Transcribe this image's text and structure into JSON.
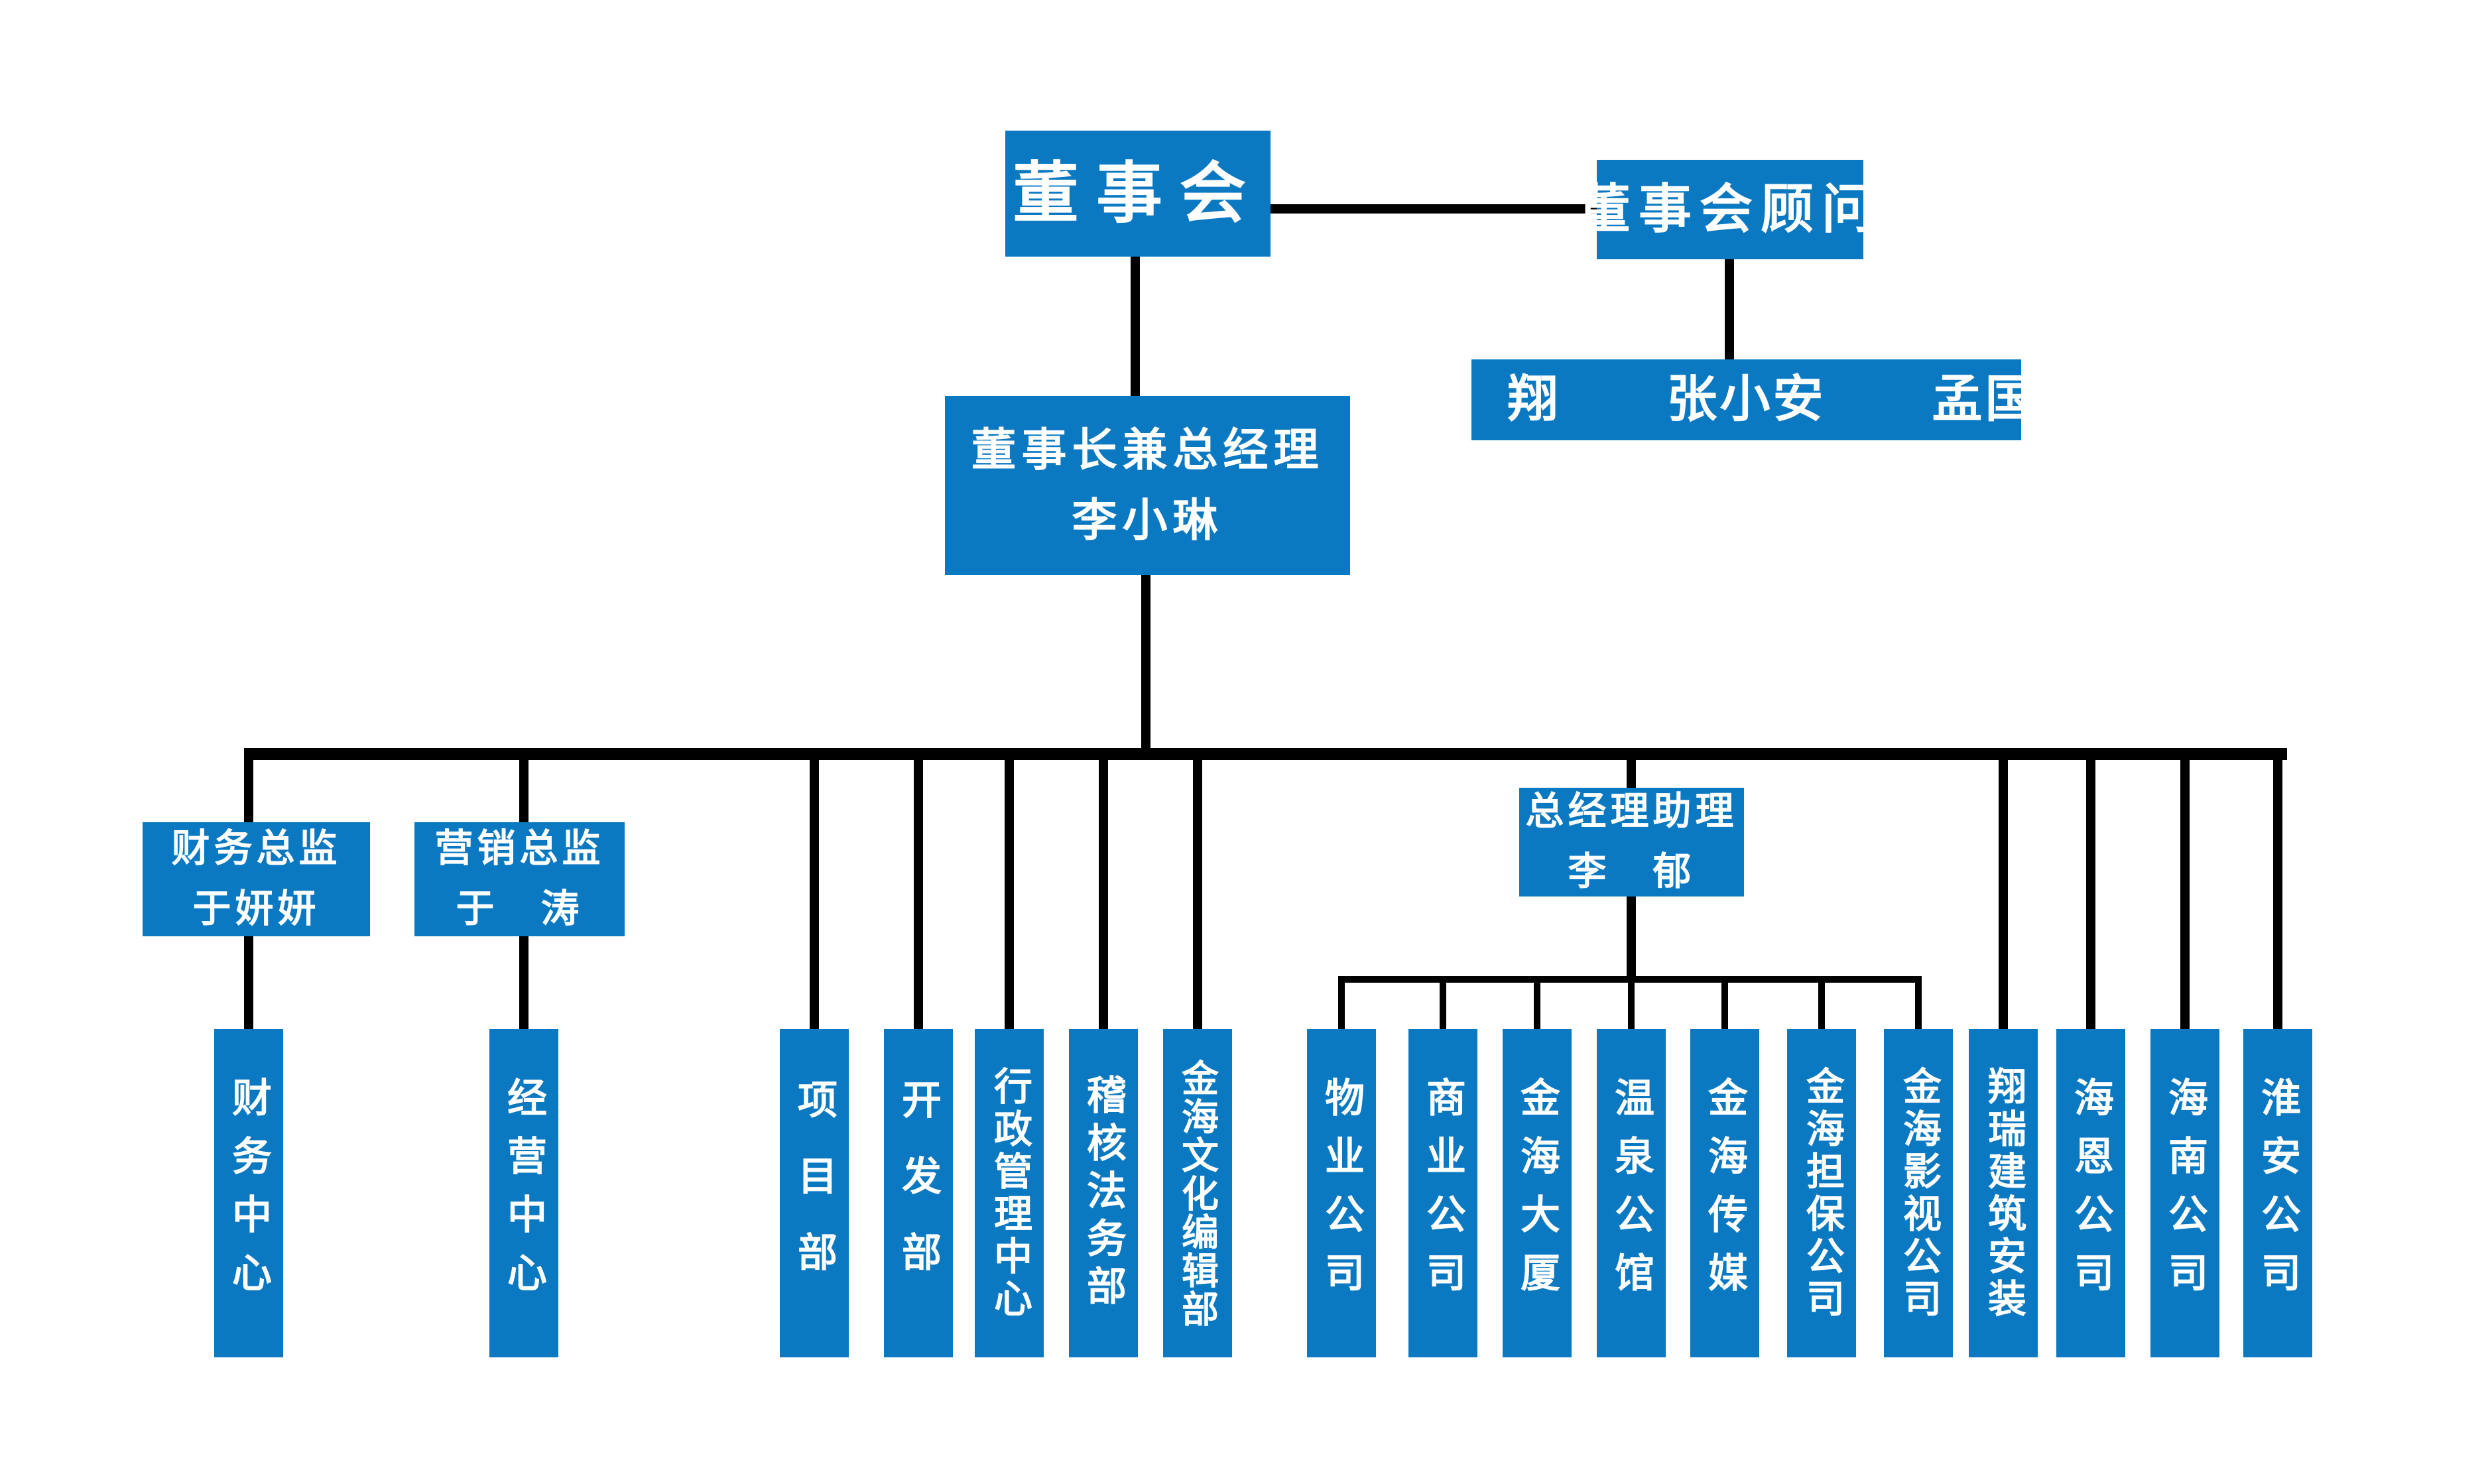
{
  "colors": {
    "node_blue": "#0B79C1",
    "line_black": "#000000",
    "text_white": "#FFFFFF",
    "background": "#FFFFFF"
  },
  "nodes": {
    "board": {
      "label": "董事会"
    },
    "board_advisor": {
      "label": "董事会顾问"
    },
    "advisor_names": {
      "label": "高　翔　　张小安　　孟国庆"
    },
    "chairman": {
      "title": "董事长兼总经理",
      "name": "李小琳"
    },
    "finance_director": {
      "title": "财务总监",
      "name": "于妍妍"
    },
    "marketing_director": {
      "title": "营销总监",
      "name": "于　涛"
    },
    "gm_assistant": {
      "title": "总经理助理",
      "name": "李　郁"
    }
  },
  "columns": [
    {
      "label": "财务中心"
    },
    {
      "label": "经营中心"
    },
    {
      "label": "项目部"
    },
    {
      "label": "开发部"
    },
    {
      "label": "行政管理中心"
    },
    {
      "label": "稽核法务部"
    },
    {
      "label": "金海文化编辑部"
    },
    {
      "label": "物业公司"
    },
    {
      "label": "商业公司"
    },
    {
      "label": "金海大厦"
    },
    {
      "label": "温泉公馆"
    },
    {
      "label": "金海传媒"
    },
    {
      "label": "金海担保公司"
    },
    {
      "label": "金海影视公司"
    },
    {
      "label": "翔瑞建筑安装"
    },
    {
      "label": "海恩公司"
    },
    {
      "label": "海南公司"
    },
    {
      "label": "淮安公司"
    }
  ]
}
